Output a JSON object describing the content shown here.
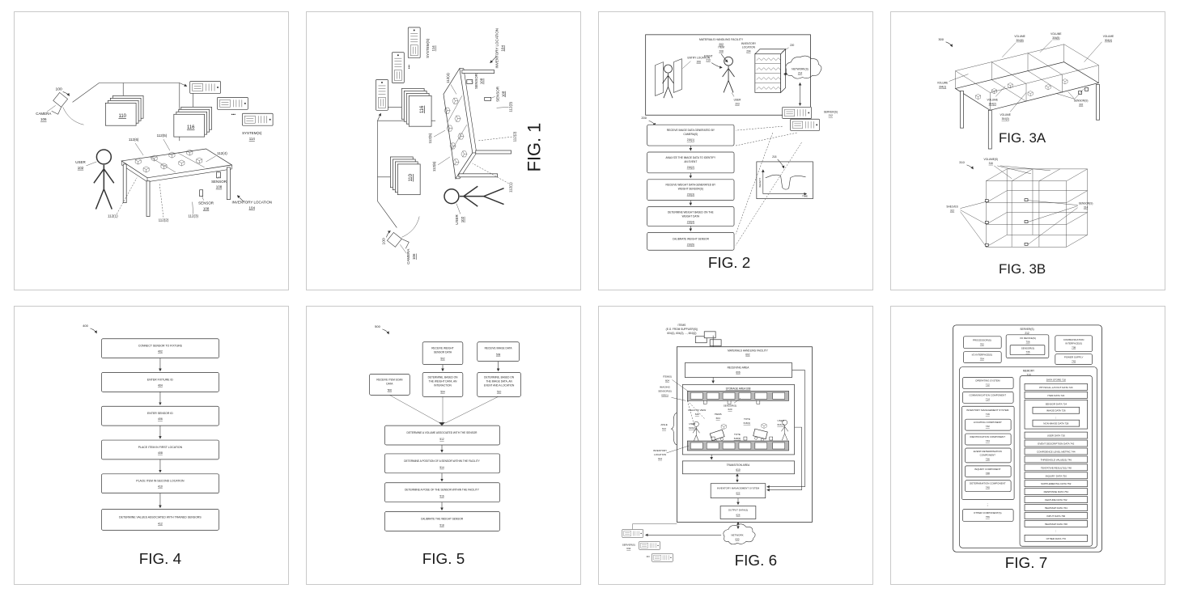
{
  "fig1": {
    "caption": "FIG. 1",
    "ref": "100",
    "camera": [
      "CAMERA",
      "106"
    ],
    "user": [
      "USER",
      "102"
    ],
    "stack_front": "110",
    "stack_back": "116",
    "systems": [
      "SYSTEM(S)",
      "114"
    ],
    "ellipsis": "•••",
    "sensors": {
      "s1": "112(1)",
      "s2": "112(2)",
      "s3": "112(3)",
      "s4": "112(4)",
      "s5": "112(5)",
      "s6": "112(6)"
    },
    "sensor_right": [
      "SENSOR",
      "108"
    ],
    "sensor_bottom": [
      "SENSOR",
      "108"
    ],
    "inventory_location": [
      "INVENTORY LOCATION",
      "104"
    ]
  },
  "fig2": {
    "caption": "FIG. 2",
    "ref": "200",
    "facility": [
      "MATERIALS HANDLING FACILITY",
      "202"
    ],
    "inventory_location": [
      "INVENTORY",
      "LOCATION",
      "204"
    ],
    "entry_location": [
      "ENTRY LOCATION",
      "206"
    ],
    "item": [
      "ITEM",
      "208"
    ],
    "event": [
      "EVENT",
      "210"
    ],
    "user": [
      "USER",
      "203"
    ],
    "shelf_ref": "220",
    "network": [
      "NETWORK(S)",
      "214"
    ],
    "servers": [
      "SERVER(S)",
      "212"
    ],
    "graph_ref": "218",
    "graph_axes": [
      "WEIGHT",
      "TIME"
    ],
    "steps": [
      [
        "RECEIVE IMAGE DATA GENERATED BY",
        "CAMERA(S)",
        "216(1)"
      ],
      [
        "ANALYZE THE IMAGE DATA TO IDENTIFY",
        "AN EVENT",
        "216(2)"
      ],
      [
        "RECEIVE WEIGHT DATA GENERATED BY",
        "WEIGHT SENSOR(S)",
        "216(3)"
      ],
      [
        "DETERMINE WEIGHT BASED ON THE",
        "WEIGHT DATA",
        "216(4)"
      ],
      [
        "CALIBRATE WEIGHT SENSOR",
        "",
        "216(5)"
      ]
    ]
  },
  "fig3a": {
    "caption": "FIG. 3A",
    "ref": "300",
    "volumes": [
      [
        "VOLUME",
        "304(1)"
      ],
      [
        "VOLUME",
        "304(2)"
      ],
      [
        "VOLUME",
        "304(3)"
      ],
      [
        "VOLUME",
        "304(4)"
      ],
      [
        "VOLUME",
        "304(5)"
      ],
      [
        "VOLUME",
        "304(6)"
      ]
    ],
    "sensors": [
      "SENSOR(S)",
      "302"
    ]
  },
  "fig3b": {
    "caption": "FIG. 3B",
    "ref": "310",
    "volumes": [
      "VOLUME(S)",
      "316"
    ],
    "shelves": [
      "SHELVES",
      "312"
    ],
    "sensors": [
      "SENSOR(S)",
      "314"
    ]
  },
  "fig4": {
    "caption": "FIG. 4",
    "ref": "400",
    "steps": [
      [
        "CONNECT SENSOR TO FIXTURE",
        "402"
      ],
      [
        "ENTER FIXTURE ID",
        "404"
      ],
      [
        "ENTER SENSOR ID",
        "406"
      ],
      [
        "PLACE ITEM IN FIRST LOCATION",
        "408"
      ],
      [
        "PLACE ITEM IN SECOND LOCATION",
        "410"
      ],
      [
        "DETERMINE VALUES ASSOCIATED WITH TRAINED SENSORS",
        "412"
      ]
    ]
  },
  "fig5": {
    "caption": "FIG. 5",
    "ref": "500",
    "box502": [
      "RECEIVE WEIGHT",
      "SENSOR DATA",
      "502"
    ],
    "box506": [
      "RECEIVE ITEM SCAN",
      "DATA",
      "506"
    ],
    "box508": [
      "RECEIVE IMAGE DATA",
      "508"
    ],
    "box504": [
      "DETERMINE, BASED ON",
      "THE WEIGHT DATA, AN",
      "INTERACTION",
      "504"
    ],
    "box510": [
      "DETERMINE, BASED ON",
      "THE IMAGE DATA, AN",
      "EVENT AND A LOCATION",
      "510"
    ],
    "wide": [
      [
        "DETERMINE A VOLUME ASSOCIATED WITH THE SENSOR",
        "512"
      ],
      [
        "DETERMINE A POSITION OF A SENSOR WITHIN THE FACILITY",
        "514"
      ],
      [
        "DETERMINE A POSE OF THE SENSOR WITHIN THE FACILITY",
        "516"
      ],
      [
        "CALIBRATE THE WEIGHT SENSOR",
        "518"
      ]
    ]
  },
  "fig6": {
    "caption": "FIG. 6",
    "items_header": [
      "ITEMS",
      "(E.G. FROM SUPPLIER(S))",
      "604(1), 604(2), ..., 604(Q)"
    ],
    "facility": [
      "MATERIALS HANDLING FACILITY",
      "602"
    ],
    "receiving": [
      "RECEIVING AREA",
      "606"
    ],
    "storage": "STORAGE AREA 608",
    "sensors": [
      "SENSOR(S)",
      "620"
    ],
    "imaging": [
      "IMAGING",
      "SENSOR(S)",
      "620(1)"
    ],
    "items_left": [
      "ITEM(S)",
      "604"
    ],
    "fov": [
      "FIELD OF VIEW",
      "628"
    ],
    "aisle": [
      "AISLE",
      "612"
    ],
    "items_mid": [
      "ITEMS",
      "604"
    ],
    "user2": [
      "USER",
      "616(2)"
    ],
    "tote2": [
      "TOTE",
      "618(2)"
    ],
    "tote1": [
      "TOTE",
      "618(1)"
    ],
    "user1": [
      "USER",
      "616(1)"
    ],
    "inv_loc": [
      "INVENTORY",
      "LOCATION",
      "614"
    ],
    "transition": [
      "TRANSITION AREA",
      "610"
    ],
    "ims": [
      "INVENTORY MANAGEMENT SYSTEM",
      "622"
    ],
    "output": [
      "OUTPUT DATA(S)",
      "626"
    ],
    "network": [
      "NETWORK",
      "630"
    ],
    "servers": [
      "SERVER(S)",
      "632"
    ],
    "ellipsis": "•••"
  },
  "fig7": {
    "caption": "FIG. 7",
    "server_title": [
      "SERVER(S)",
      "212"
    ],
    "processors": [
      "PROCESSOR(S)",
      "702"
    ],
    "io_interfaces": [
      "I/O INTERFACE(S)",
      "704"
    ],
    "io_devices": [
      "I/O DEVICE(S)",
      "706"
    ],
    "io_sensors": [
      "SENSOR(S)",
      "736"
    ],
    "comm": [
      "COMMUNICATION",
      "INTERFACE(S)",
      "708"
    ],
    "power": [
      "POWER SUPPLY",
      "742"
    ],
    "memory": [
      "MEMORY",
      "710"
    ],
    "os": [
      "OPERATING SYSTEM",
      "712"
    ],
    "comm_component": [
      "COMMUNICATION COMPONENT",
      "714"
    ],
    "ims": [
      "INVENTORY MANAGEMENT SYSTEM",
      "716"
    ],
    "ims_children": [
      [
        "LOCATING COMPONENT",
        "732"
      ],
      [
        "IDENTIFICATION COMPONENT",
        "734"
      ],
      [
        "EVENT-DETERMINATION",
        "COMPONENT",
        "736"
      ],
      [
        "INQUIRY COMPONENT",
        "738"
      ],
      [
        "DETERMINATION COMPONENT",
        "740"
      ]
    ],
    "other_components": [
      "OTHER COMPONENT(S)",
      "756"
    ],
    "datastore": "DATA STORE 718",
    "sensor_data": "SENSOR DATA 724",
    "image_data": "IMAGE DATA 726",
    "non_image_data": "NON-IMAGE DATA 728",
    "rows": [
      "PHYSICAL-LAYOUT DATA 720",
      "ITEM DATA 722",
      "USER DATA 730",
      "EVENT DESCRIPTION DATA 742",
      "CONFIDENCE LEVEL METRIC 744",
      "THRESHOLD VALUE(S) 746",
      "TENTATIVE RESULT(S) 748",
      "INQUIRY DATA 750",
      "SUPPLEMENTAL DATA 752",
      "RESPONSE DATA 754",
      "FEATURE DATA 762",
      "HEATMAP DATA 764",
      "INPUT DATA 766",
      "HEATMAP DATA 768",
      "OTHER DATA 770"
    ],
    "vdots": "⋮"
  }
}
